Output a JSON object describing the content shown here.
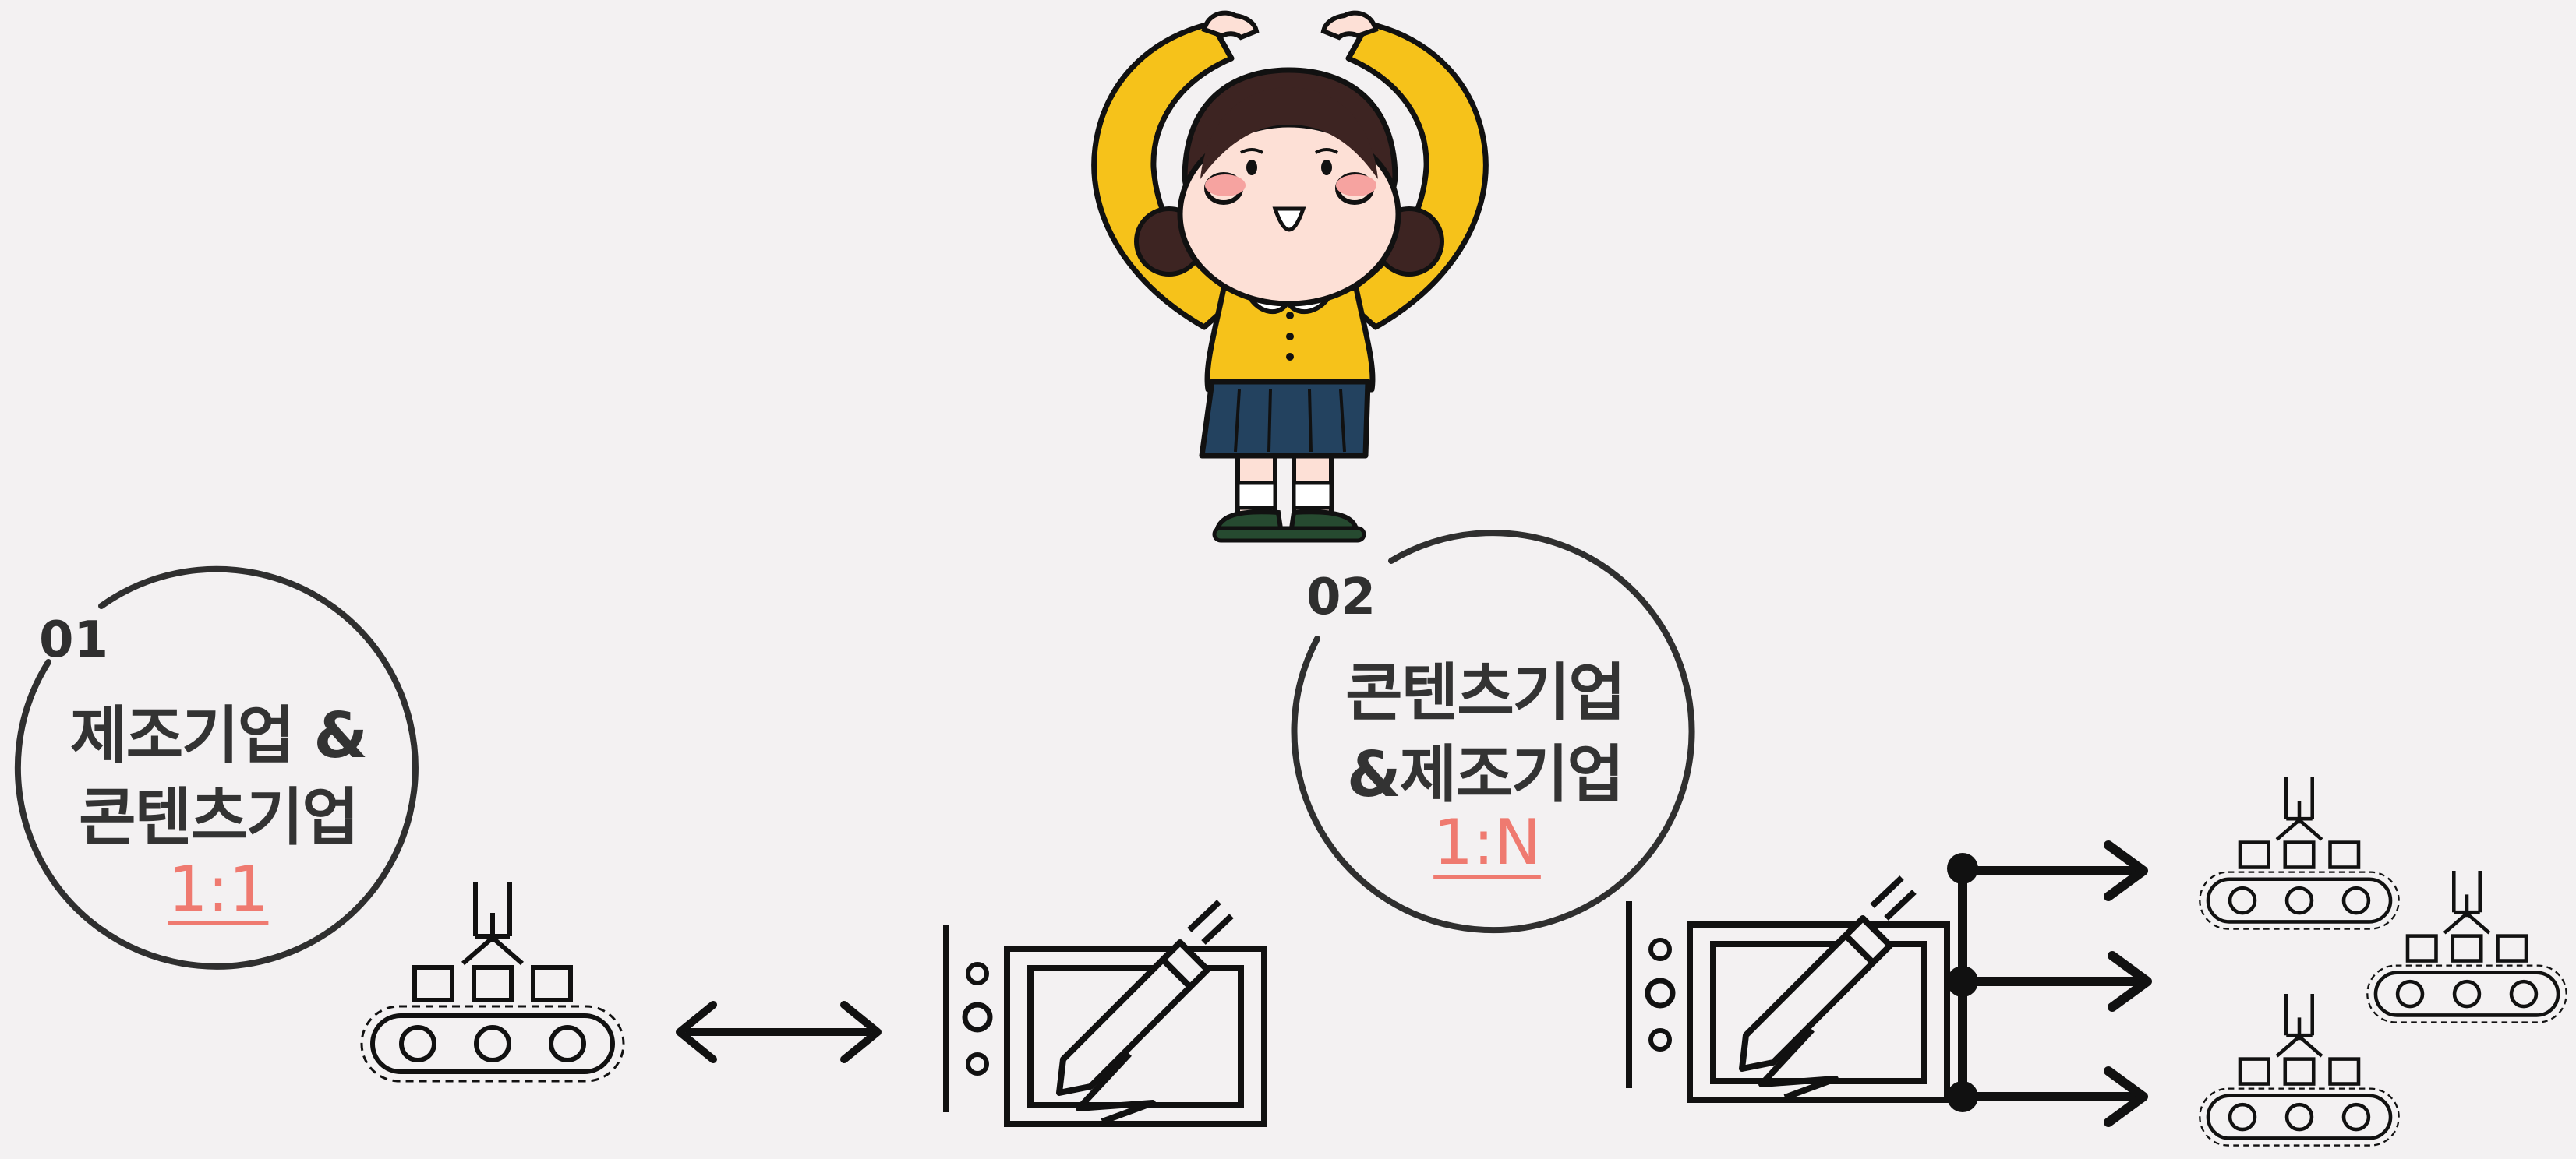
{
  "steps": [
    {
      "number": "01",
      "title_line1": "제조기업 &",
      "title_line2": "콘텐츠기업",
      "ratio": "1:1"
    },
    {
      "number": "02",
      "title_line1": "콘텐츠기업",
      "title_line2": "&제조기업",
      "ratio": "1:N"
    }
  ],
  "colors": {
    "background": "#f3f1f2",
    "ratio_accent": "#ef7a70",
    "character_top": "#f6c21a",
    "character_skirt": "#23425f",
    "outline": "#111111"
  },
  "icons": [
    "character-illustration",
    "factory-conveyor-icon",
    "double-arrow-icon",
    "drawing-tablet-icon",
    "branch-arrows-icon"
  ]
}
